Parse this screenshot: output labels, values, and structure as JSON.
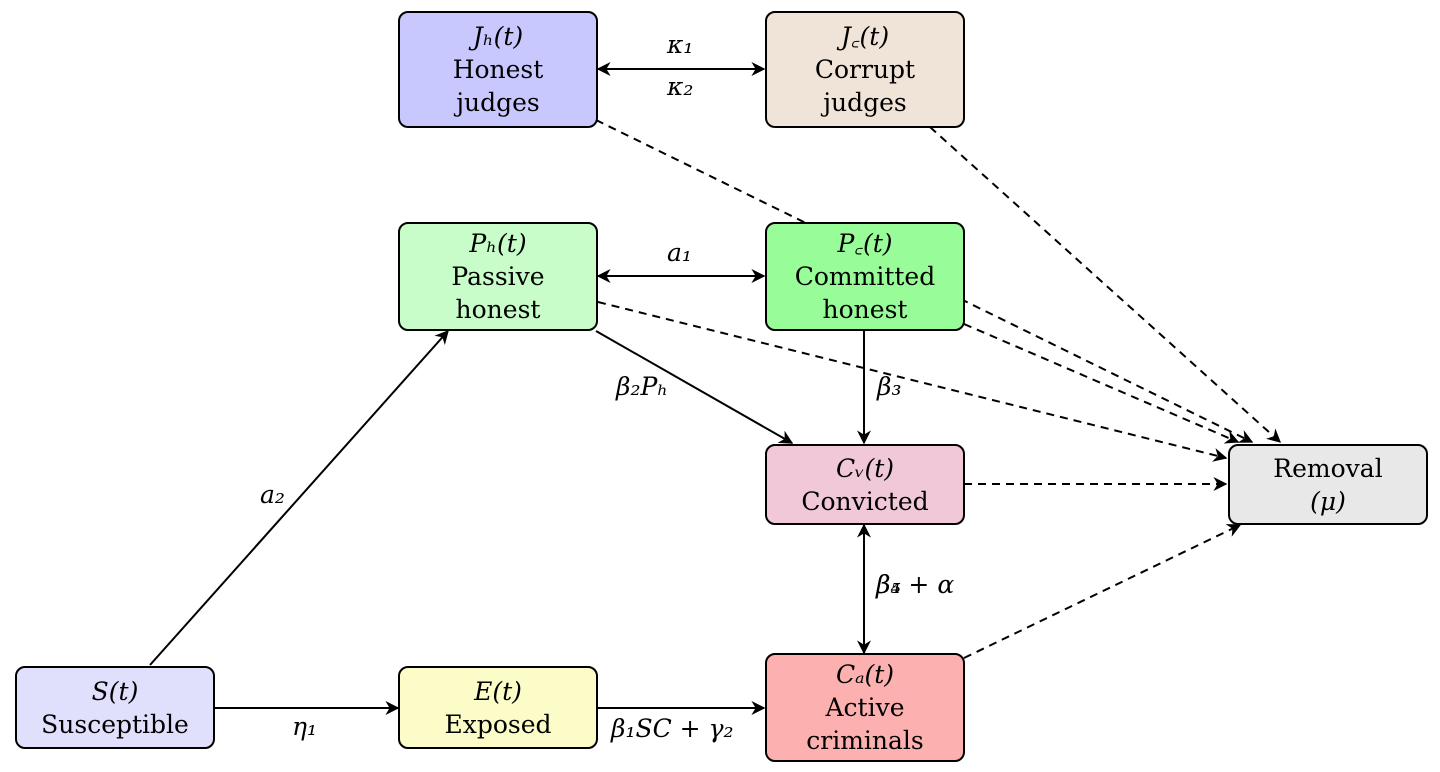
{
  "nodes": {
    "honest_judges": {
      "symbol": "Jₕ(t)",
      "line1": "Honest",
      "line2": "judges",
      "fill": "#c8c8ff"
    },
    "corrupt_judges": {
      "symbol": "J꜀(t)",
      "line1": "Corrupt",
      "line2": "judges",
      "fill": "#f0e4d8"
    },
    "passive_honest": {
      "symbol": "Pₕ(t)",
      "line1": "Passive",
      "line2": "honest",
      "fill": "#c8fcc8"
    },
    "committed_honest": {
      "symbol": "P꜀(t)",
      "line1": "Committed",
      "line2": "honest",
      "fill": "#98fc98"
    },
    "convicted": {
      "symbol": "Cᵥ(t)",
      "line1": "Convicted",
      "line2": "",
      "fill": "#f0c8d8"
    },
    "removal": {
      "symbol": "",
      "line1": "Removal",
      "line2": "(μ)",
      "fill": "#e8e8e8"
    },
    "susceptible": {
      "symbol": "S(t)",
      "line1": "Susceptible",
      "line2": "",
      "fill": "#e0e0fc"
    },
    "exposed": {
      "symbol": "E(t)",
      "line1": "Exposed",
      "line2": "",
      "fill": "#fcfcc8"
    },
    "active_criminals": {
      "symbol": "Cₐ(t)",
      "line1": "Active",
      "line2": "criminals",
      "fill": "#fcb0b0"
    }
  },
  "edge_labels": {
    "kappa1": "κ₁",
    "kappa2": "κ₂",
    "a1": "a₁",
    "a2": "a₂",
    "beta2": "β₂Pₕ",
    "beta3": "β₃",
    "beta4_alpha": "β₄ + α",
    "beta5": "β₅",
    "eta1": "η₁",
    "beta1": "β₁SC + γ₂"
  }
}
